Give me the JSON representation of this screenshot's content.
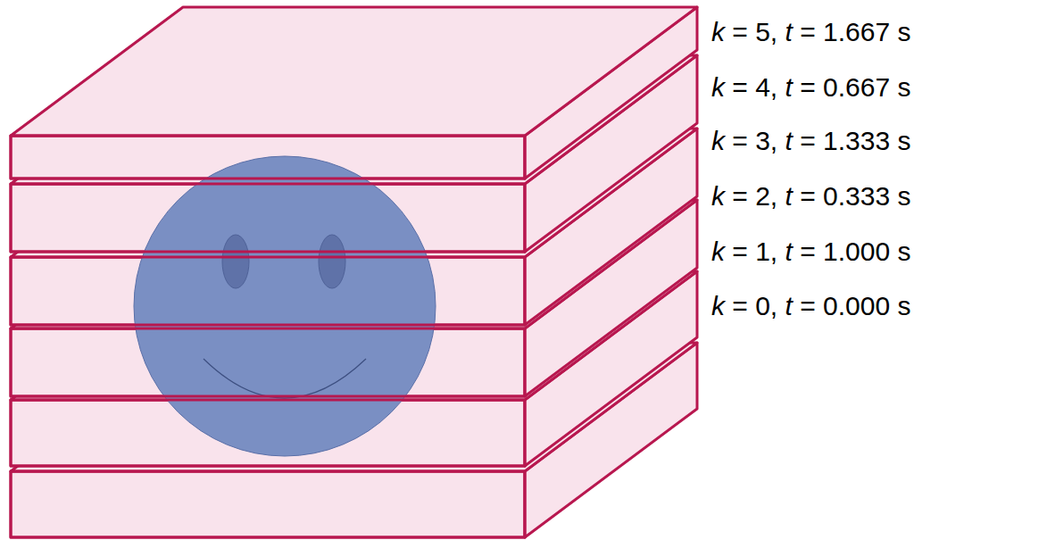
{
  "diagram": {
    "labels": [
      "k = 5, t = 1.667 s",
      "k = 4, t = 0.667 s",
      "k = 3, t = 1.333 s",
      "k = 2, t = 0.333 s",
      "k = 1, t = 1.000 s",
      "k = 0, t = 0.000 s"
    ]
  }
}
